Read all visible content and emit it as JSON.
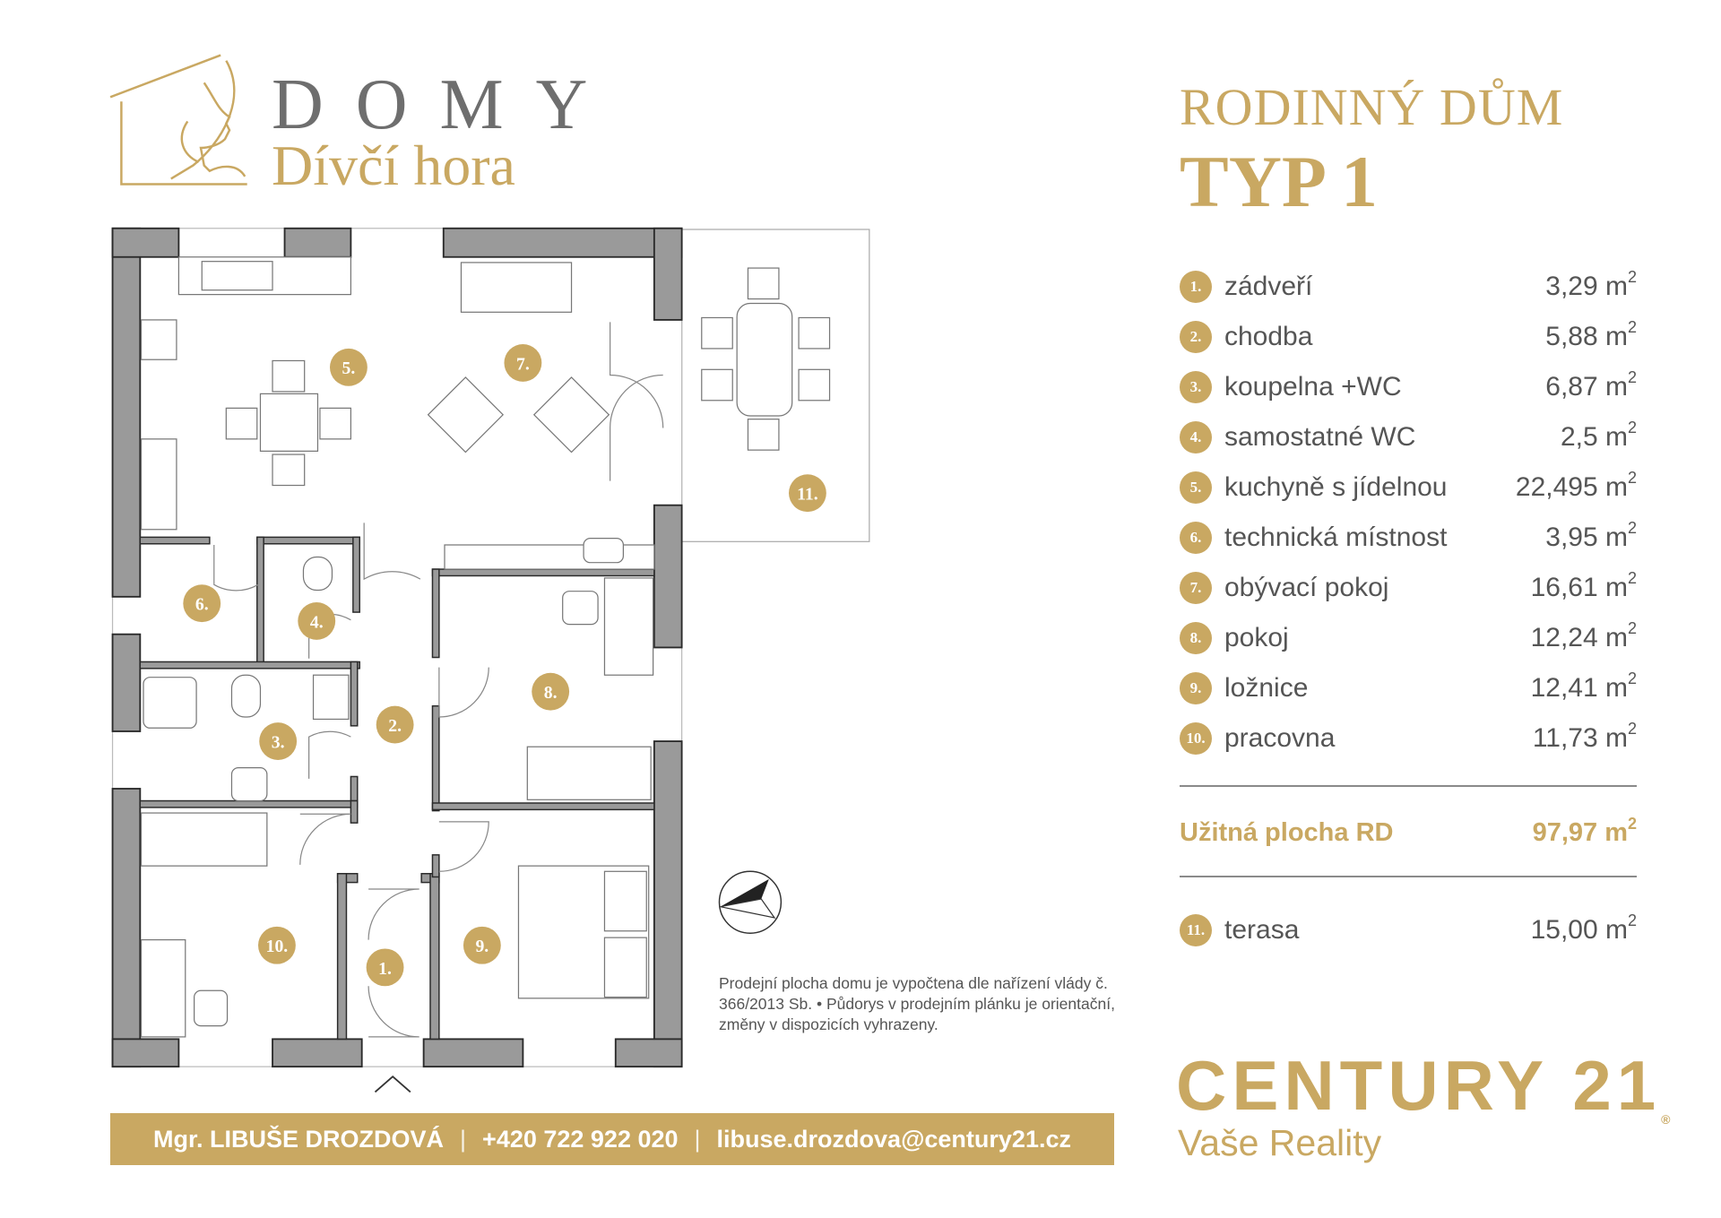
{
  "brand": {
    "logo_line1": "DOMY",
    "logo_line2": "Dívčí hora"
  },
  "heading": {
    "line1": "RODINNÝ DŮM",
    "line2": "TYP 1"
  },
  "rooms": [
    {
      "num": "1.",
      "name": "zádveří",
      "area": "3,29 m",
      "unit_sup": "2"
    },
    {
      "num": "2.",
      "name": "chodba",
      "area": "5,88 m",
      "unit_sup": "2"
    },
    {
      "num": "3.",
      "name": "koupelna +WC",
      "area": "6,87 m",
      "unit_sup": "2"
    },
    {
      "num": "4.",
      "name": "samostatné WC",
      "area": "2,5 m",
      "unit_sup": "2"
    },
    {
      "num": "5.",
      "name": "kuchyně s jídelnou",
      "area": "22,495 m",
      "unit_sup": "2"
    },
    {
      "num": "6.",
      "name": "technická místnost",
      "area": "3,95 m",
      "unit_sup": "2"
    },
    {
      "num": "7.",
      "name": "obývací pokoj",
      "area": "16,61 m",
      "unit_sup": "2"
    },
    {
      "num": "8.",
      "name": "pokoj",
      "area": "12,24 m",
      "unit_sup": "2"
    },
    {
      "num": "9.",
      "name": "ložnice",
      "area": "12,41 m",
      "unit_sup": "2"
    },
    {
      "num": "10.",
      "name": "pracovna",
      "area": "11,73 m",
      "unit_sup": "2"
    }
  ],
  "total": {
    "label": "Užitná plocha RD",
    "area": "97,97 m",
    "unit_sup": "2"
  },
  "terrace": {
    "num": "11.",
    "name": "terasa",
    "area": "15,00 m",
    "unit_sup": "2"
  },
  "note": "Prodejní plocha domu je vypočtena dle nařízení vlády č. 366/2013 Sb. • Půdorys v prodejním plánku je orientační, změny v dispozicích vyhrazeny.",
  "contact": {
    "name": "Mgr. LIBUŠE DROZDOVÁ",
    "phone": "+420 722 922 020",
    "email": "libuse.drozdova@century21.cz",
    "separator": "|"
  },
  "agency": {
    "name": "CENTURY 21",
    "reg": "®",
    "tagline": "Vaše Reality"
  },
  "colors": {
    "gold": "#c9a862",
    "wall": "#9a9a9a",
    "text": "#555555"
  }
}
